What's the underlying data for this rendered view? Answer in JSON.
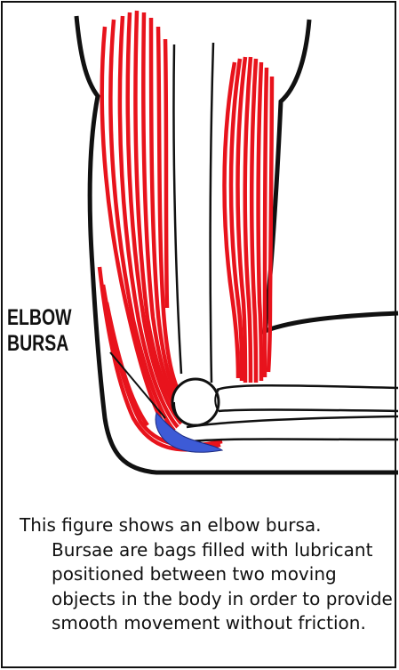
{
  "figure": {
    "callout_lines": [
      "ELBOW",
      "BURSA"
    ],
    "caption_first_line": "This figure shows an elbow bursa.",
    "caption_body": "Bursae are bags filled with lubricant positioned between two moving objects in the body in order to provide smooth movement without friction."
  },
  "colors": {
    "muscle": "#e8131c",
    "bursa": "#3d5bd6",
    "outline": "#111111",
    "background": "#ffffff"
  }
}
